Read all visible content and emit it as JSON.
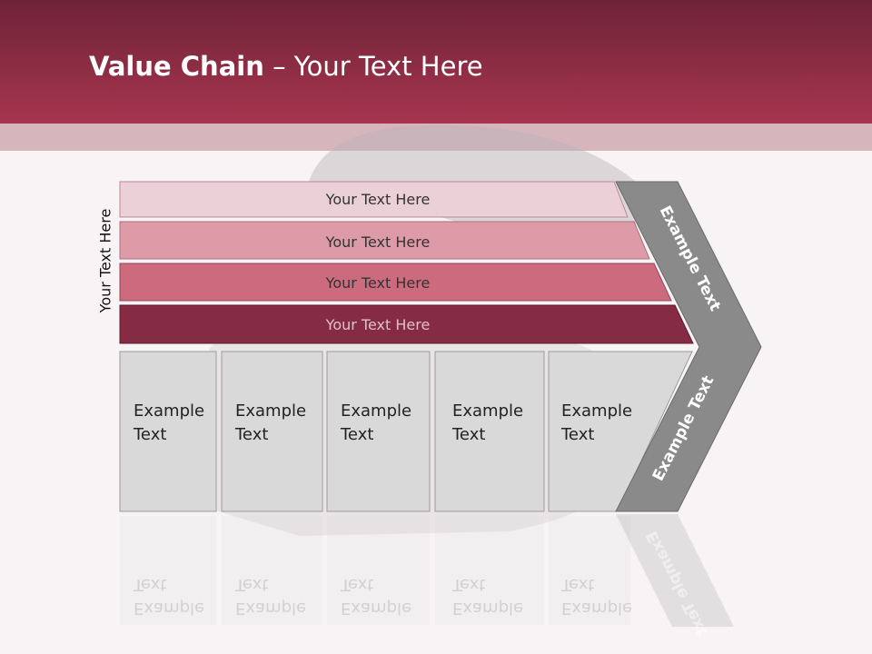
{
  "slide": {
    "title_bold": "Value Chain",
    "title_rest": " – Your Text Here",
    "side_label": "Your Text Here"
  },
  "bars": [
    {
      "label": "Your Text Here",
      "color": "#ecd0d7"
    },
    {
      "label": "Your Text Here",
      "color": "#dd9ba8"
    },
    {
      "label": "Your Text Here",
      "color": "#cc6b7d"
    },
    {
      "label": "Your Text Here",
      "color": "#852c44"
    }
  ],
  "columns": [
    {
      "line1": "Example",
      "line2": "Text"
    },
    {
      "line1": "Example",
      "line2": "Text"
    },
    {
      "line1": "Example",
      "line2": "Text"
    },
    {
      "line1": "Example",
      "line2": "Text"
    },
    {
      "line1": "Example",
      "line2": "Text"
    }
  ],
  "chevron": {
    "upper_label": "Example Text",
    "lower_label": "Example Text",
    "color": "#8a8a8a"
  },
  "colors": {
    "header": "#a7354f",
    "cell_fill": "#d9d9d9"
  }
}
